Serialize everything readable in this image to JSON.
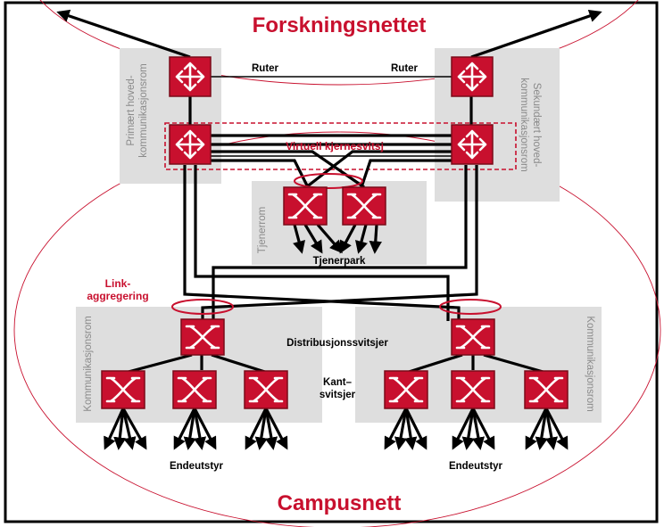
{
  "title_top": "Forskningsnettet",
  "title_bottom": "Campusnett",
  "labels": {
    "router_left": "Ruter",
    "router_right": "Ruter",
    "virtual_core": "Virtuell kjernesvitsj",
    "server_room": "Tjenerrom",
    "server_park": "Tjenerpark",
    "link_agg_line1": "Link-",
    "link_agg_line2": "aggregering",
    "distribution": "Distribusjonssvitsjer",
    "edge_line1": "Kant–",
    "edge_line2": "svitsjer",
    "end_left": "Endeutstyr",
    "end_right": "Endeutstyr",
    "room_primary_line1": "Primært hoved-",
    "room_primary_line2": "kommunikasjonsrom",
    "room_secondary_line1": "Sekundært hoved-",
    "room_secondary_line2": "kommunikasjonsrom",
    "room_comm_left": "Kommunikasjonsrom",
    "room_comm_right": "Kommunikasjonsrom"
  },
  "colors": {
    "accent": "#c8102e",
    "room": "#dedede",
    "room_text": "#8a8a8a",
    "frame": "#000000"
  },
  "icons": {
    "router": "router-icon",
    "switch": "switch-icon"
  }
}
